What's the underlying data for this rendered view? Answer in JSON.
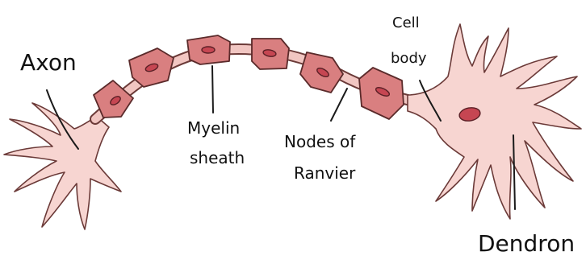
{
  "diagram": {
    "labels": {
      "axon": "Axon",
      "myelin_line1": "Myelin",
      "myelin_line2": "sheath",
      "nodes_line1": "Nodes of",
      "nodes_line2": "Ranvier",
      "cell_line1": "Cell",
      "cell_line2": "body",
      "dendron": "Dendron"
    },
    "colors": {
      "tissue": "#f7d5d1",
      "myelin": "#d97f80",
      "nucleus": "#c64652",
      "outline": "#6b3a38"
    }
  }
}
